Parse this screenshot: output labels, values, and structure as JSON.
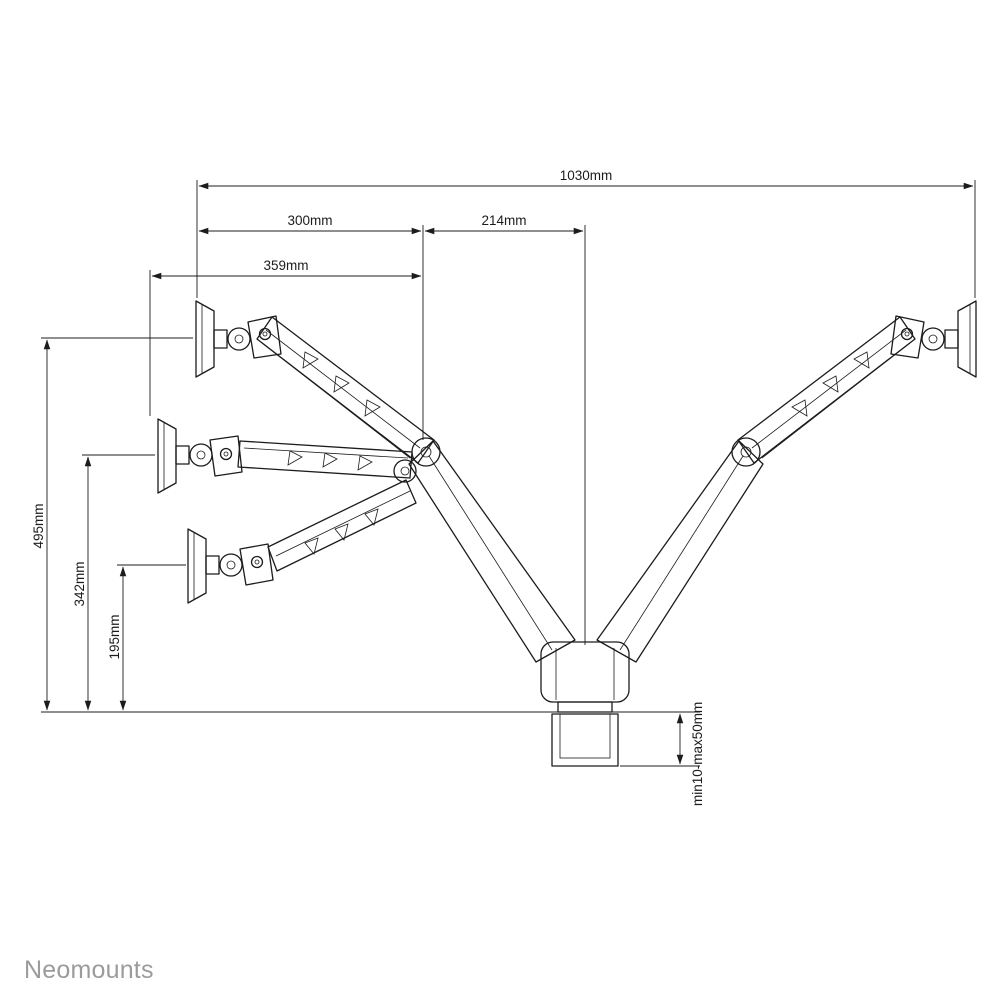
{
  "brand": "Neomounts",
  "drawing": {
    "dim_total_width": "1030mm",
    "dim_left_offset": "300mm",
    "dim_center_offset": "214mm",
    "dim_arm_reach": "359mm",
    "dim_height_top": "495mm",
    "dim_height_mid": "342mm",
    "dim_height_low": "195mm",
    "dim_clamp_range": "min10-max50mm"
  }
}
